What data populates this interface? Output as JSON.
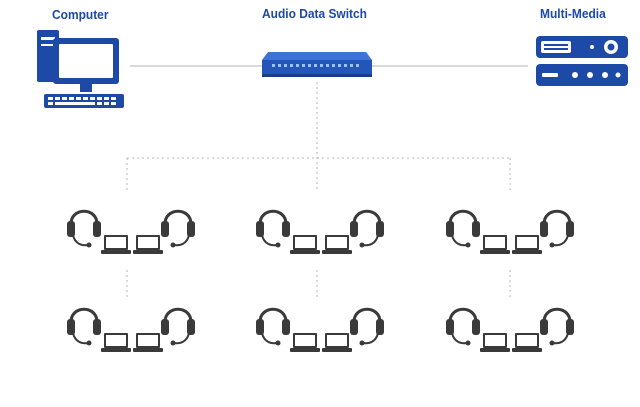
{
  "labels": {
    "computer": "Computer",
    "switch": "Audio Data Switch",
    "media": "Multi-Media"
  },
  "colors": {
    "brand_blue": "#1d4aa6",
    "switch_blue": "#2356b8",
    "connector_gray": "#b5b5b5",
    "device_dark": "#3a3a3a"
  },
  "icons": {
    "computer": "desktop-computer-icon",
    "switch": "network-switch-icon",
    "media": "projector-media-player-icon",
    "headset": "headset-icon",
    "laptop": "laptop-icon"
  },
  "stations": {
    "rows": 2,
    "columns": 3,
    "headsets_per_station": 2,
    "laptops_per_station": 2
  }
}
